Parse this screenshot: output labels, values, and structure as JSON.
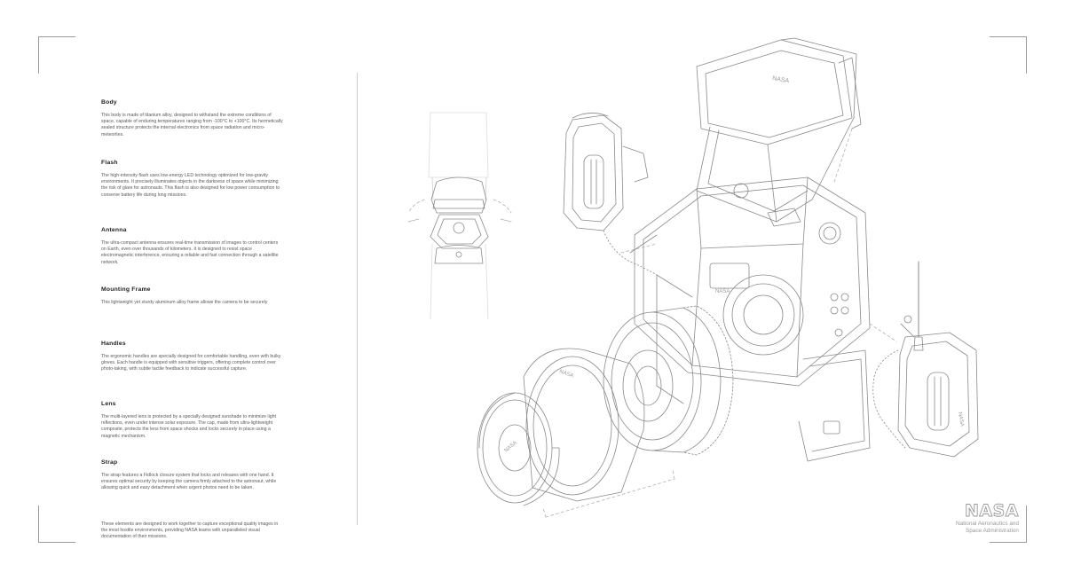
{
  "sections": [
    {
      "title": "Body",
      "body": "This body is made of titanium alloy, designed to withstand the extreme conditions of space, capable of enduring temperatures ranging from -100°C to +100°C. Its hermetically sealed structure protects the internal electronics from space radiation and micro-meteorites."
    },
    {
      "title": "Flash",
      "body": "The high-intensity flash uses low-energy LED technology optimized for low-gravity environments. It precisely illuminates objects in the darkness of space while minimizing the risk of glare for astronauts. This flash is also designed for low power consumption to conserve battery life during long missions."
    },
    {
      "title": "Antenna",
      "body": "The ultra-compact antenna ensures real-time transmission of images to control centers on Earth, even over thousands of kilometers. It is designed to resist space electromagnetic interference, ensuring a reliable and fast connection through a satellite network."
    },
    {
      "title": "Mounting Frame",
      "body": "This lightweight yet sturdy aluminum alloy frame allows the camera to be securely"
    },
    {
      "title": "Handles",
      "body": "The ergonomic handles are specially designed for comfortable handling, even with bulky gloves. Each handle is equipped with sensitive triggers, offering complete control over photo-taking, with subtle tactile feedback to indicate successful capture."
    },
    {
      "title": "Lens",
      "body": "The multi-layered lens is protected by a specially designed sunshade to minimize light reflections, even under intense solar exposure. The cap, made from ultra-lightweight composite, protects the lens from space shocks and locks securely in place using a magnetic mechanism."
    },
    {
      "title": "Strap",
      "body": "The strap features a Fidlock closure system that locks and releases with one hand. It ensures optimal security by keeping the camera firmly attached to the astronaut, while allowing quick and easy detachment when urgent photos need to be taken."
    }
  ],
  "outro": "These elements are designed to work together to capture exceptional quality images in the most hostile environments, providing NASA teams with unparalleled visual documentation of their missions.",
  "logo": {
    "mark": "NASA",
    "line1": "National Aeronautics and",
    "line2": "Space Administration"
  },
  "diagram": {
    "hood_label": "NASA",
    "lens_hood_label": "NASA",
    "grip_label": "NASA",
    "body_label": "NASA",
    "cap_label": "NASA"
  },
  "colors": {
    "line": "#8a8a8a",
    "text": "#5a5a5a",
    "frame": "#9a9a9a"
  }
}
